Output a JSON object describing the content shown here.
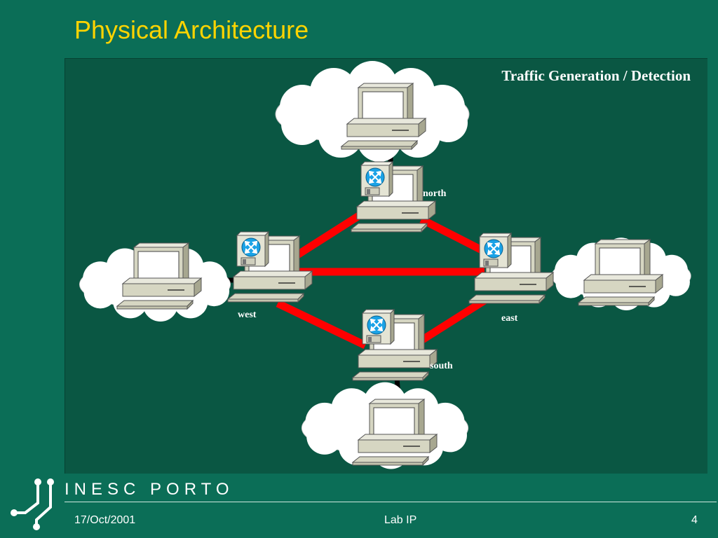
{
  "slide": {
    "title": "Physical Architecture",
    "panel_title": "Traffic Generation / Detection"
  },
  "nodes": {
    "north": "north",
    "west": "west",
    "east": "east",
    "south": "south"
  },
  "footer": {
    "brand": "INESC PORTO",
    "date": "17/Oct/2001",
    "center": "Lab IP",
    "page": "4"
  },
  "colors": {
    "background": "#0b6e57",
    "panel": "#0a5743",
    "title": "#ffd400",
    "link_router": "#ff0000",
    "link_host": "#000000"
  },
  "icons": [
    "cloud-icon",
    "computer-icon",
    "router-icon",
    "inesc-logo-icon"
  ]
}
